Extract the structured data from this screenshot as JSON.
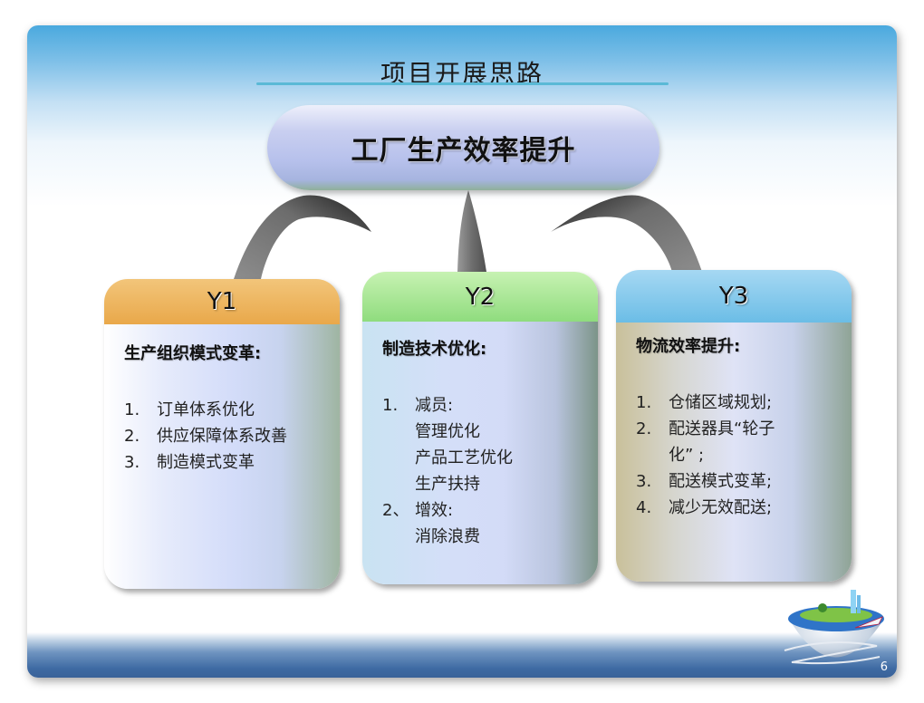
{
  "slide": {
    "title": "项目开展思路",
    "central_goal": "工厂生产效率提升",
    "page_number": "6",
    "colors": {
      "y1_header": "#e9a84a",
      "y2_header": "#8fdc7e",
      "y3_header": "#6bbde6",
      "title_underline": "#5ab9d6",
      "connector": "#6a6a6a"
    },
    "cards": [
      {
        "label": "Y1",
        "heading": "生产组织模式变革:",
        "items": [
          {
            "num": "1.",
            "text": "订单体系优化"
          },
          {
            "num": "2.",
            "text": "供应保障体系改善"
          },
          {
            "num": "3.",
            "text": "制造模式变革"
          }
        ]
      },
      {
        "label": "Y2",
        "heading": "制造技术优化:",
        "items": [
          {
            "num": "1.",
            "text": "减员:"
          },
          {
            "num": "",
            "text": "管理优化"
          },
          {
            "num": "",
            "text": "产品工艺优化"
          },
          {
            "num": "",
            "text": "生产扶持"
          },
          {
            "num": "2、",
            "text": "增效:"
          },
          {
            "num": "",
            "text": "消除浪费"
          }
        ]
      },
      {
        "label": "Y3",
        "heading": "物流效率提升:",
        "items": [
          {
            "num": "1.",
            "text": "仓储区域规划;"
          },
          {
            "num": "2.",
            "text": "配送器具“轮子"
          },
          {
            "num": "",
            "text": "化” ;"
          },
          {
            "num": "3.",
            "text": "配送模式变革;"
          },
          {
            "num": "4.",
            "text": "减少无效配送;"
          }
        ]
      }
    ],
    "icons": {
      "connectors": "curved-connector-arrows",
      "decoration": "globe-island-icon"
    }
  }
}
